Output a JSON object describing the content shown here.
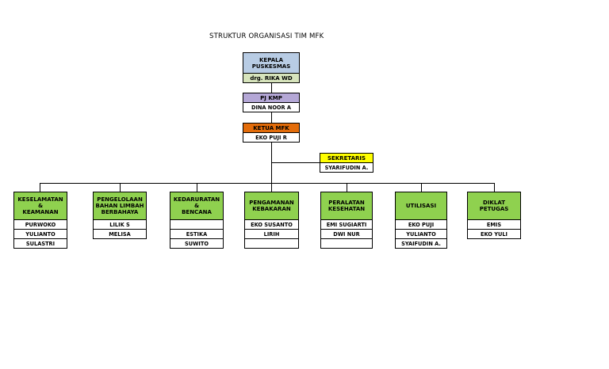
{
  "title": "STRUKTUR ORGANISASI TIM MFK",
  "colors": {
    "kepala": "#b8cce4",
    "kepala_name": "#d7e4bc",
    "pj": "#b4a7d6",
    "ketua": "#e36c0a",
    "sekretaris": "#ffff00",
    "department": "#8fd14f"
  },
  "head": {
    "kepala": {
      "role": "KEPALA\nPUSKESMAS",
      "name": "drg. RIKA WD"
    },
    "pj": {
      "role": "PJ KMP",
      "name": "DINA NOOR A"
    },
    "ketua": {
      "role": "KETUA MFK",
      "name": "EKO PUJI R"
    },
    "sekretaris": {
      "role": "SEKRETARIS",
      "name": "SYARIFUDIN A."
    }
  },
  "departments": [
    {
      "label": "KESELAMATAN &\nKEAMANAN",
      "members": [
        "PURWOKO",
        "YULIANTO",
        "SULASTRI"
      ]
    },
    {
      "label": "PENGELOLAAN\nBAHAN LIMBAH\nBERBAHAYA",
      "members": [
        "LILIK S",
        "MELISA"
      ]
    },
    {
      "label": "KEDARURATAN &\nBENCANA",
      "members": [
        "",
        "ESTIKA",
        "SUWITO"
      ]
    },
    {
      "label": "PENGAMANAN\nKEBAKARAN",
      "members": [
        "EKO SUSANTO",
        "LIRIH",
        ""
      ]
    },
    {
      "label": "PERALATAN\nKESEHATAN",
      "members": [
        "EMI SUGIARTI",
        "DWI NUR",
        ""
      ]
    },
    {
      "label": "UTILISASI",
      "members": [
        "EKO PUJI",
        "YULIANTO",
        "SYAIFUDIN A."
      ]
    },
    {
      "label": "DIKLAT PETUGAS",
      "members": [
        "EMIS",
        "EKO YULI"
      ]
    }
  ]
}
